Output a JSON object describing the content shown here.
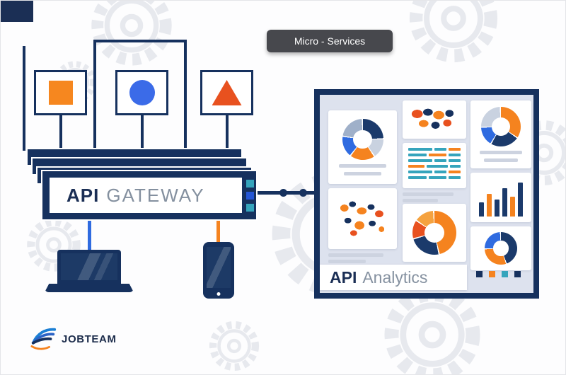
{
  "palette": {
    "navy": "#16315e",
    "navy_dark": "#1b2f55",
    "orange": "#f5831f",
    "red_orange": "#e8511f",
    "blue": "#2f6be0",
    "teal": "#35a4bc",
    "panel_bg": "#dde2ee",
    "placeholder_gray": "#cdd3e0",
    "tooltip_bg": "#47484d"
  },
  "tooltip": {
    "label": "Micro - Services"
  },
  "services": {
    "items": [
      {
        "shape": "square",
        "color": "#f6871f"
      },
      {
        "shape": "circle",
        "color": "#3b6be8"
      },
      {
        "shape": "triangle",
        "color": "#e8511f"
      }
    ]
  },
  "gateway": {
    "title_bold": "API",
    "title_rest": "GATEWAY",
    "indicator_colors": [
      "#35a4bc",
      "#2456d6",
      "#35a4bc"
    ]
  },
  "analytics": {
    "title_bold": "API",
    "title_rest": "Analytics",
    "indicator_colors": [
      "#16315e",
      "#f5831f",
      "#35a4bc",
      "#16315e"
    ]
  },
  "logo": {
    "text": "JOBTEAM"
  }
}
